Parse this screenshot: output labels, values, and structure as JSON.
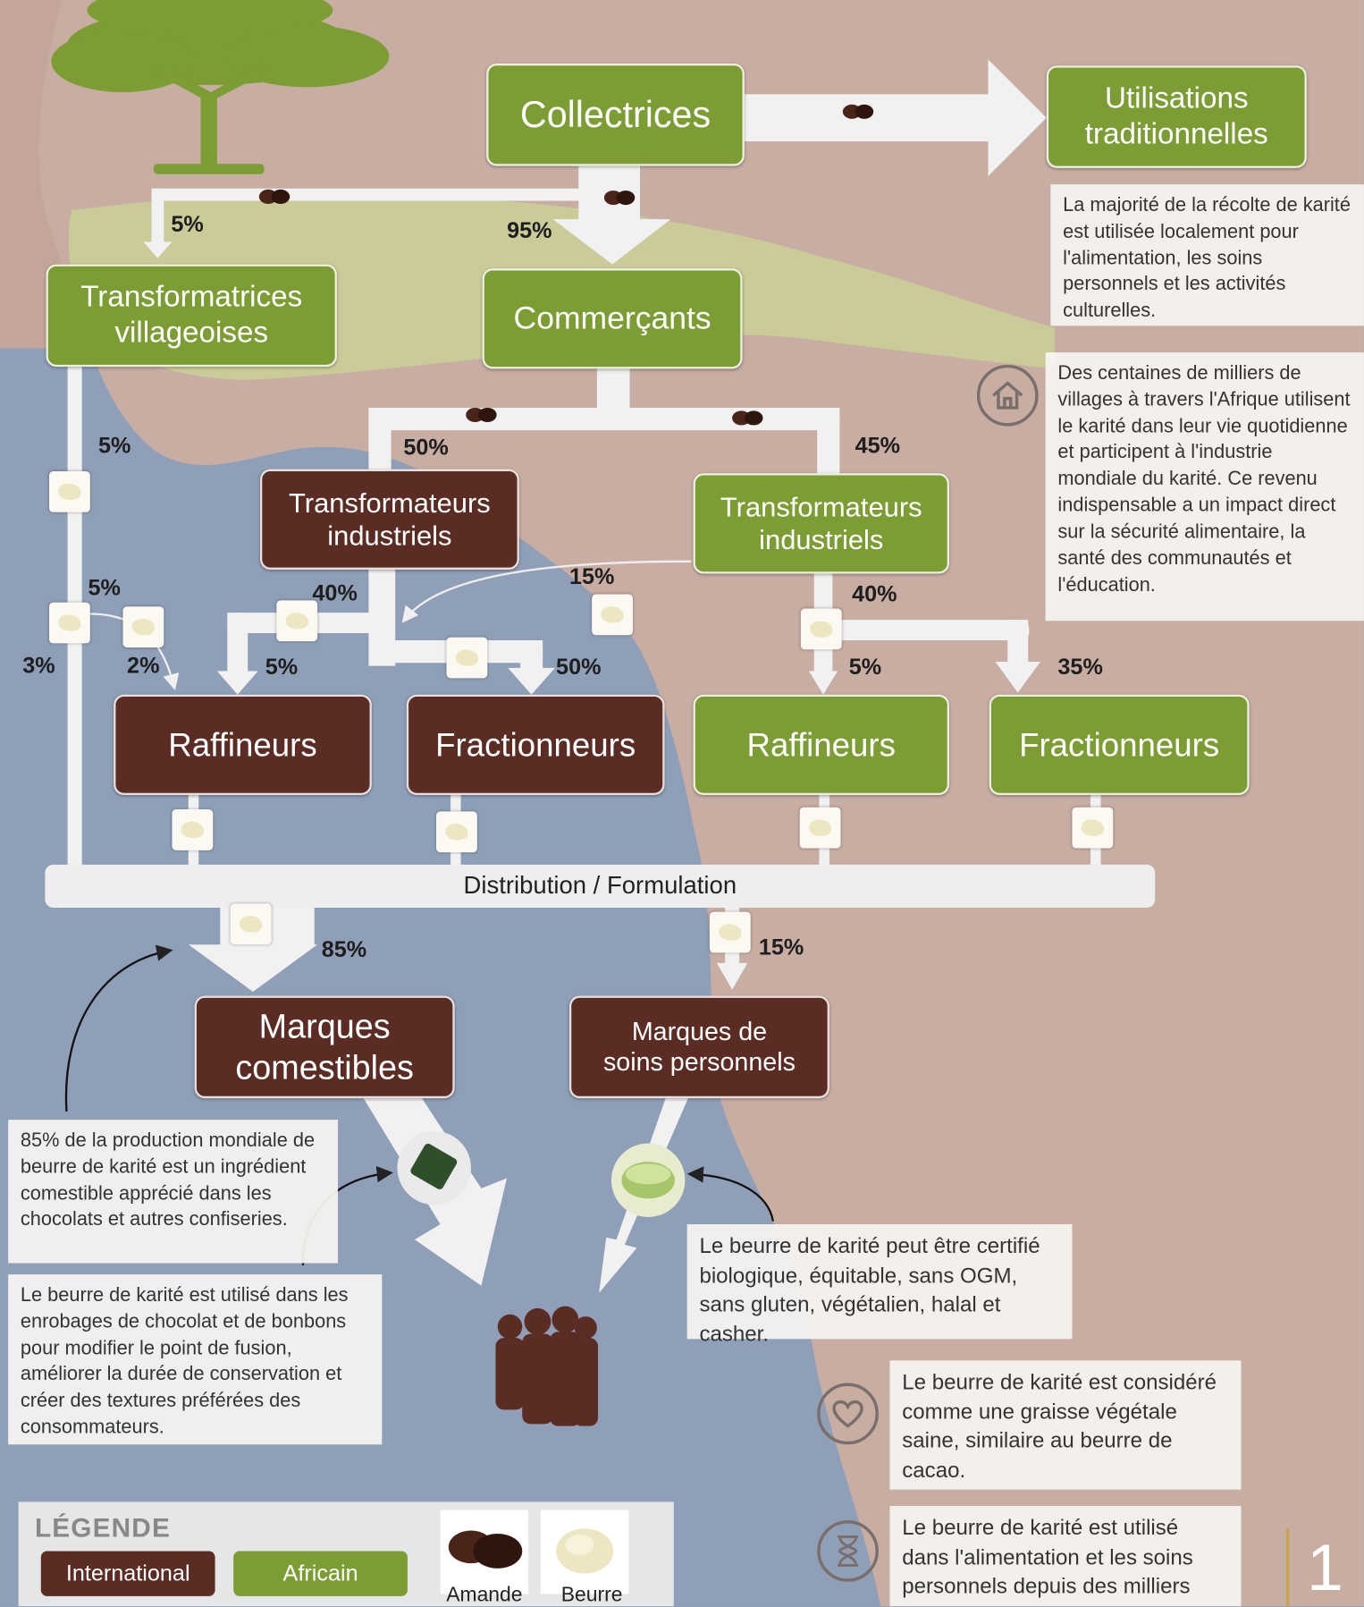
{
  "colors": {
    "international": "#5b2c24",
    "african": "#7c9c34"
  },
  "boxes": {
    "collectrices": "Collectrices",
    "utilisations": "Utilisations\ntraditionnelles",
    "transfo_village": "Transformatrices\nvillageoises",
    "commercants": "Commerçants",
    "transfo_ind_int": "Transformateurs\nindustriels",
    "transfo_ind_afr": "Transformateurs\nindustriels",
    "raff_int": "Raffineurs",
    "frac_int": "Fractionneurs",
    "raff_afr": "Raffineurs",
    "frac_afr": "Fractionneurs",
    "marques_com": "Marques\ncomestibles",
    "marques_soins": "Marques de\nsoins personnels"
  },
  "distribution": "Distribution / Formulation",
  "percentages": {
    "p5_village": "5%",
    "p95": "95%",
    "p5_left": "5%",
    "p50_top": "50%",
    "p45": "45%",
    "p5_mid": "5%",
    "p15": "15%",
    "p40_int": "40%",
    "p40_afr": "40%",
    "p3": "3%",
    "p2": "2%",
    "p5_raff_int": "5%",
    "p50_frac": "50%",
    "p5_raff_afr": "5%",
    "p35": "35%",
    "p85": "85%",
    "p15_soins": "15%"
  },
  "notes": {
    "traditional": "La majorité de la récolte de karité est utilisée localement pour l'alimentation, les soins personnels et les activités culturelles.",
    "villages": "Des centaines de milliers de villages à travers l'Afrique utilisent le karité dans leur vie quotidienne et participent à l'industrie mondiale du karité. Ce revenu indispensable a un impact direct sur la sécurité alimentaire, la santé des communautés et l'éducation.",
    "production": "85% de la production mondiale de beurre de karité est un ingrédient comestible apprécié dans les chocolats et autres confiseries.",
    "chocolate": "Le beurre de karité est utilisé dans les enrobages de chocolat et de bonbons pour modifier le point de fusion, améliorer la durée de conservation et créer des textures préférées des consommateurs.",
    "certified": "Le beurre de karité peut être certifié biologique, équitable, sans OGM, sans gluten, végétalien, halal et casher.",
    "healthy": "Le beurre de karité est considéré comme une graisse végétale saine, similaire au beurre de cacao.",
    "history": "Le beurre de karité est utilisé dans l'alimentation et les soins personnels depuis des milliers d'années."
  },
  "legend": {
    "title": "LÉGENDE",
    "international": "International",
    "african": "Africain",
    "amande": "Amande",
    "beurre": "Beurre"
  },
  "icons": {
    "house": "house-icon",
    "heart": "heart-icon",
    "hourglass": "hourglass-icon",
    "tree": "shea-tree-icon",
    "people": "consumers-icon"
  },
  "page_number": "1"
}
